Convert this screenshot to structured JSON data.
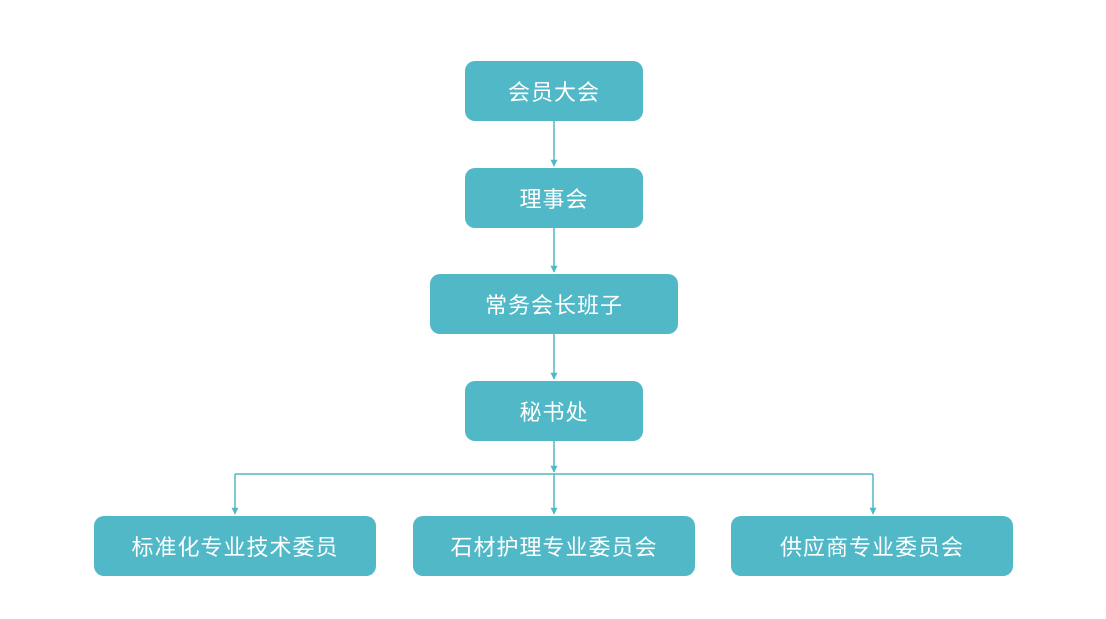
{
  "nodes": {
    "general_assembly": "会员大会",
    "council": "理事会",
    "standing_council": "常务会长班子",
    "secretariat": "秘书处",
    "standardization_committee": "标准化专业技术委员",
    "stone_care_committee": "石材护理专业委员会",
    "supplier_committee": "供应商专业委员会"
  },
  "colors": {
    "box_fill": "#50b8c6",
    "box_text": "#ffffff",
    "connector": "#50b8c6"
  }
}
